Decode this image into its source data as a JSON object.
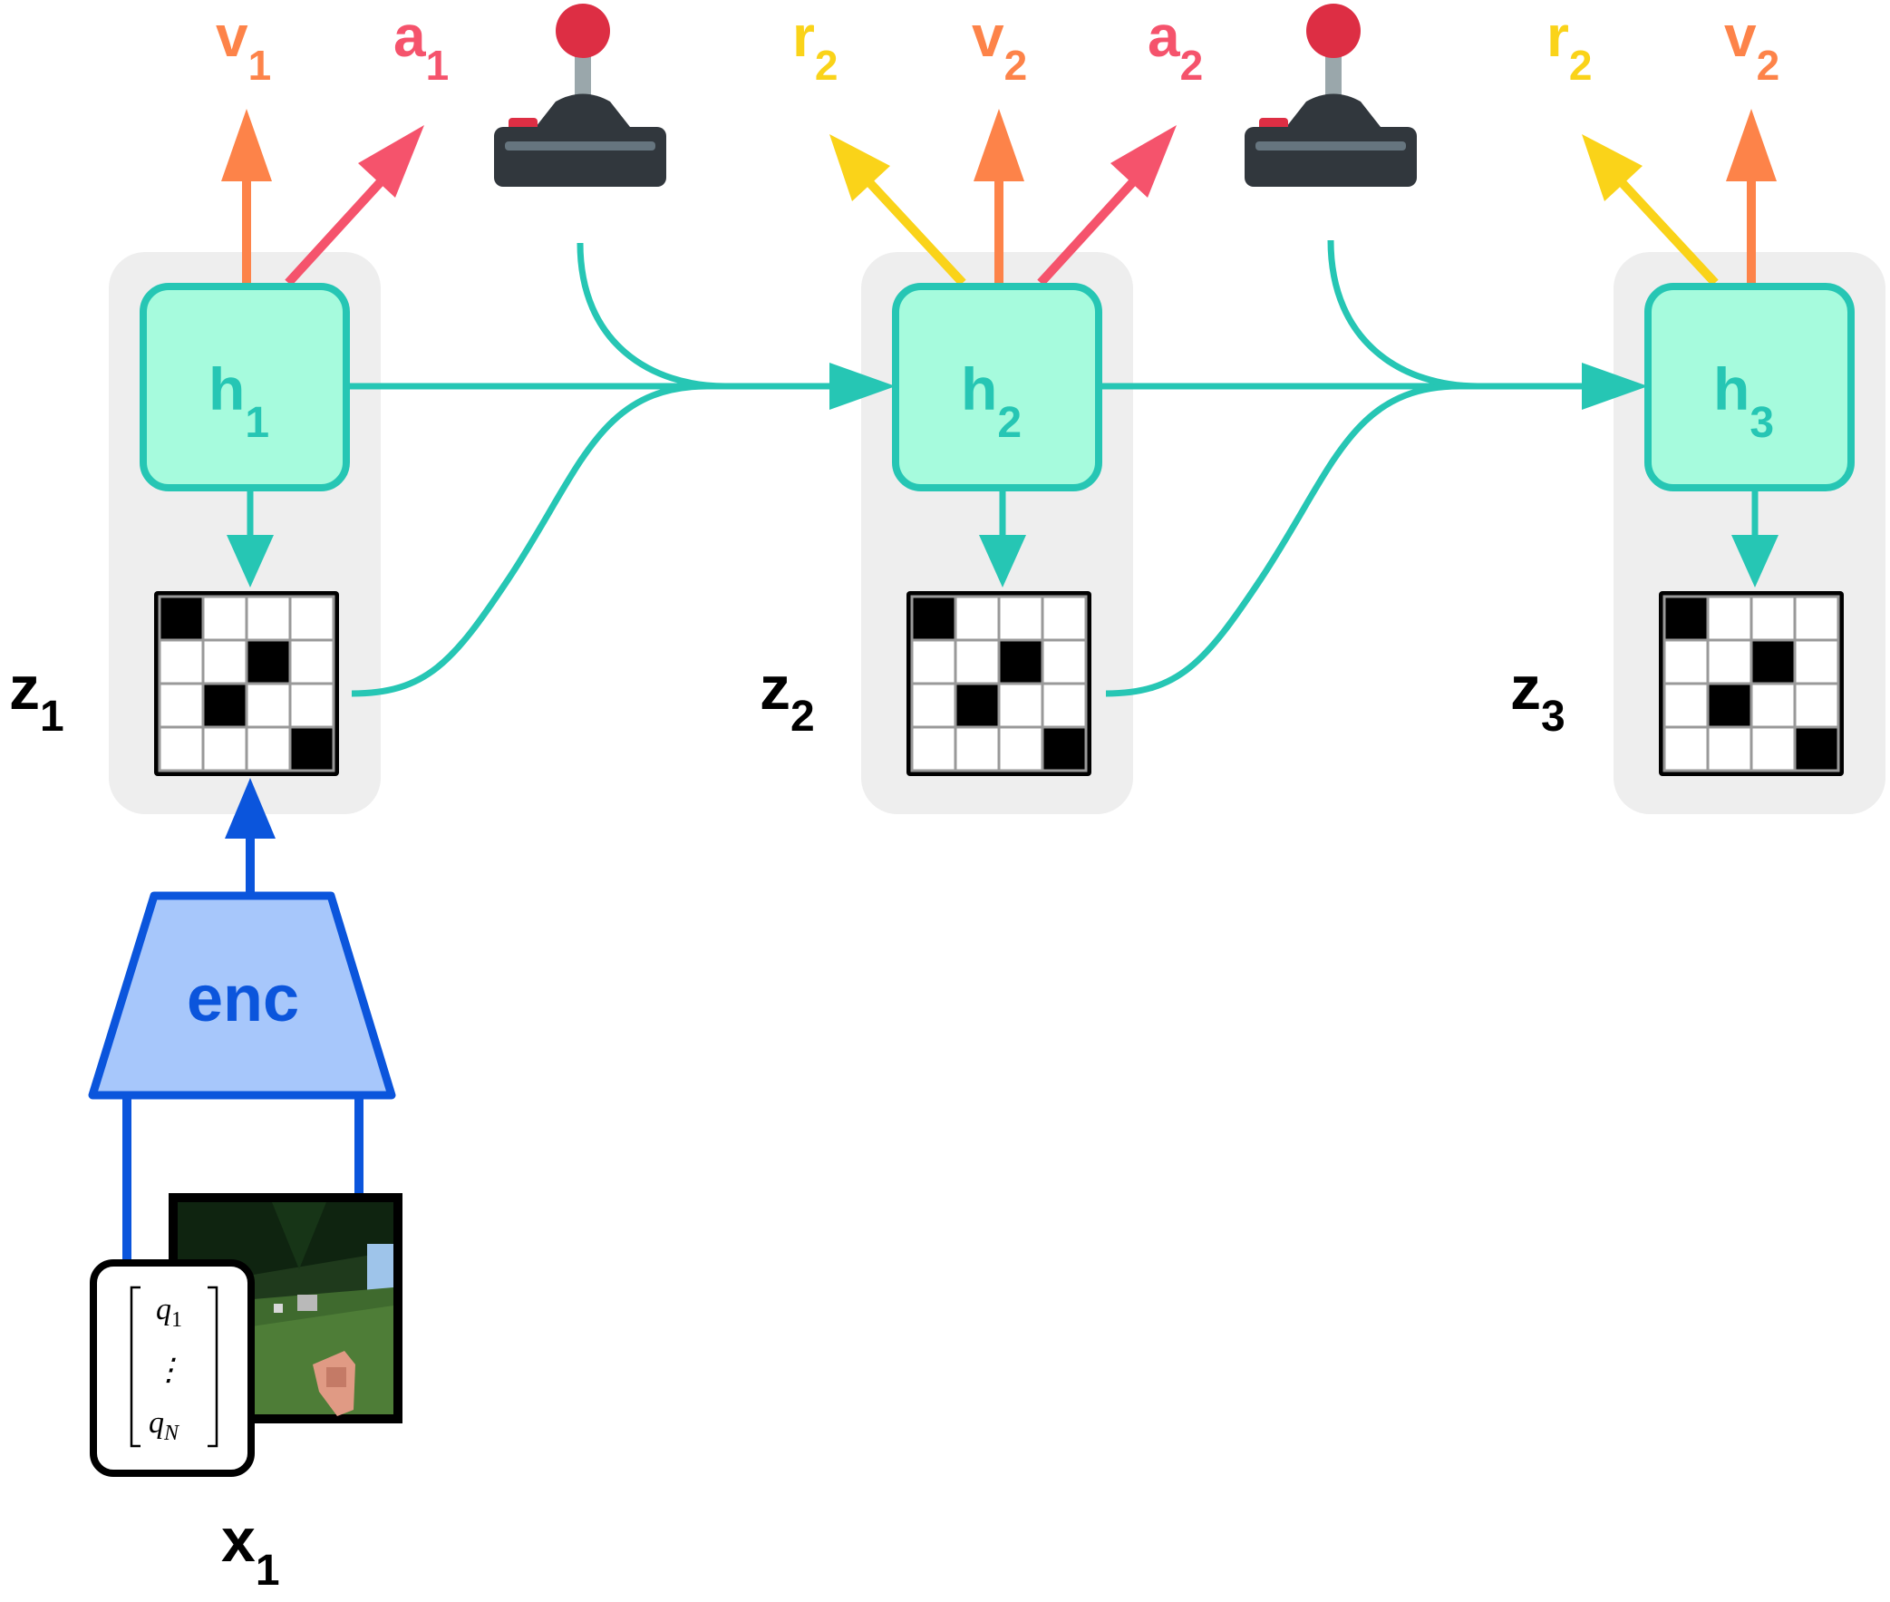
{
  "colors": {
    "teal": "#26c6b4",
    "teal_fill": "#a6fbdd",
    "gray_panel": "#eeeeee",
    "orange": "#fd8349",
    "red": "#f5536c",
    "yellow": "#fad319",
    "blue": "#0b55dc",
    "blue_fill": "#a7c7fb",
    "black": "#000000"
  },
  "steps": [
    {
      "h_main": "h",
      "h_sub": "1",
      "z_main": "z",
      "z_sub": "1"
    },
    {
      "h_main": "h",
      "h_sub": "2",
      "z_main": "z",
      "z_sub": "2"
    },
    {
      "h_main": "h",
      "h_sub": "3",
      "z_main": "z",
      "z_sub": "3"
    }
  ],
  "outputs": {
    "step1": [
      {
        "main": "v",
        "sub": "1",
        "color": "orange"
      },
      {
        "main": "a",
        "sub": "1",
        "color": "red"
      }
    ],
    "step2": [
      {
        "main": "r",
        "sub": "2",
        "color": "yellow"
      },
      {
        "main": "v",
        "sub": "2",
        "color": "orange"
      },
      {
        "main": "a",
        "sub": "2",
        "color": "red"
      }
    ],
    "step3": [
      {
        "main": "r",
        "sub": "2",
        "color": "yellow"
      },
      {
        "main": "v",
        "sub": "2",
        "color": "orange"
      }
    ]
  },
  "encoder": {
    "label": "enc"
  },
  "input": {
    "main": "x",
    "sub": "1",
    "vector": {
      "top": "q",
      "top_sub": "1",
      "dots": "⋮",
      "bottom": "q",
      "bottom_sub": "N"
    }
  },
  "grid_pattern": [
    [
      1,
      0,
      0,
      0
    ],
    [
      0,
      0,
      1,
      0
    ],
    [
      0,
      1,
      0,
      0
    ],
    [
      0,
      0,
      0,
      1
    ]
  ],
  "icons": [
    "joystick-icon",
    "joystick-icon"
  ]
}
